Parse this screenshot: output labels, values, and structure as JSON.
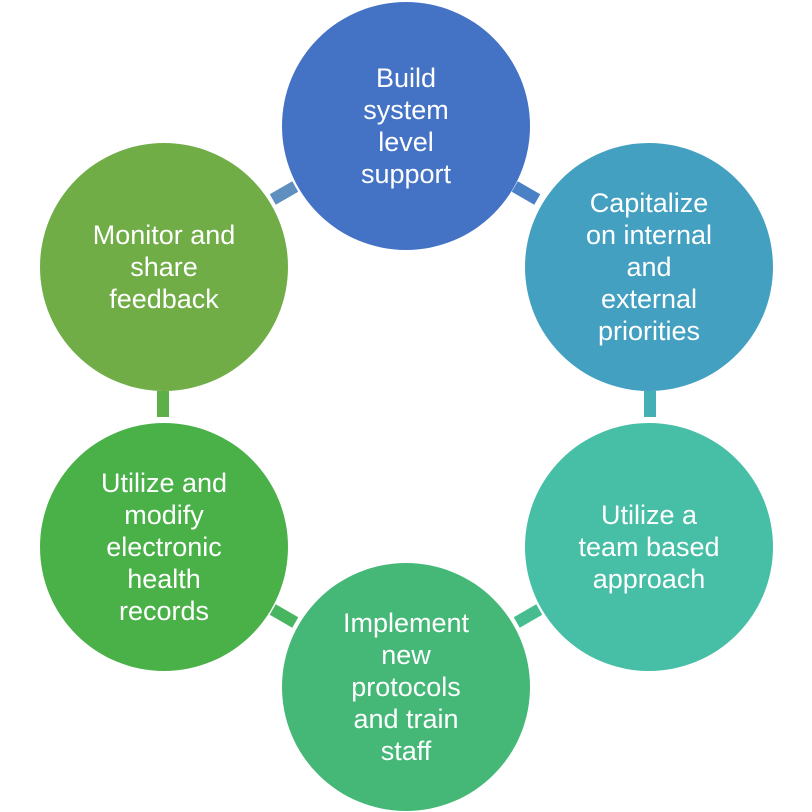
{
  "diagram": {
    "nodes": [
      {
        "label": "Build\nsystem\nlevel\nsupport",
        "color": "#4472C4"
      },
      {
        "label": "Capitalize\non internal\nand\nexternal\npriorities",
        "color": "#43A0C1"
      },
      {
        "label": "Utilize a\nteam based\napproach",
        "color": "#46BFA6"
      },
      {
        "label": "Implement\nnew\nprotocols\nand train\nstaff",
        "color": "#45B878"
      },
      {
        "label": "Utilize and\nmodify\nelectronic\nhealth\nrecords",
        "color": "#4AB149"
      },
      {
        "label": "Monitor and\nshare\nfeedback",
        "color": "#70AD47"
      }
    ],
    "connector_colors": [
      "#4A81C6",
      "#44AFB5",
      "#46BC90",
      "#48B561",
      "#5DAF48",
      "#5F8FC0"
    ]
  }
}
